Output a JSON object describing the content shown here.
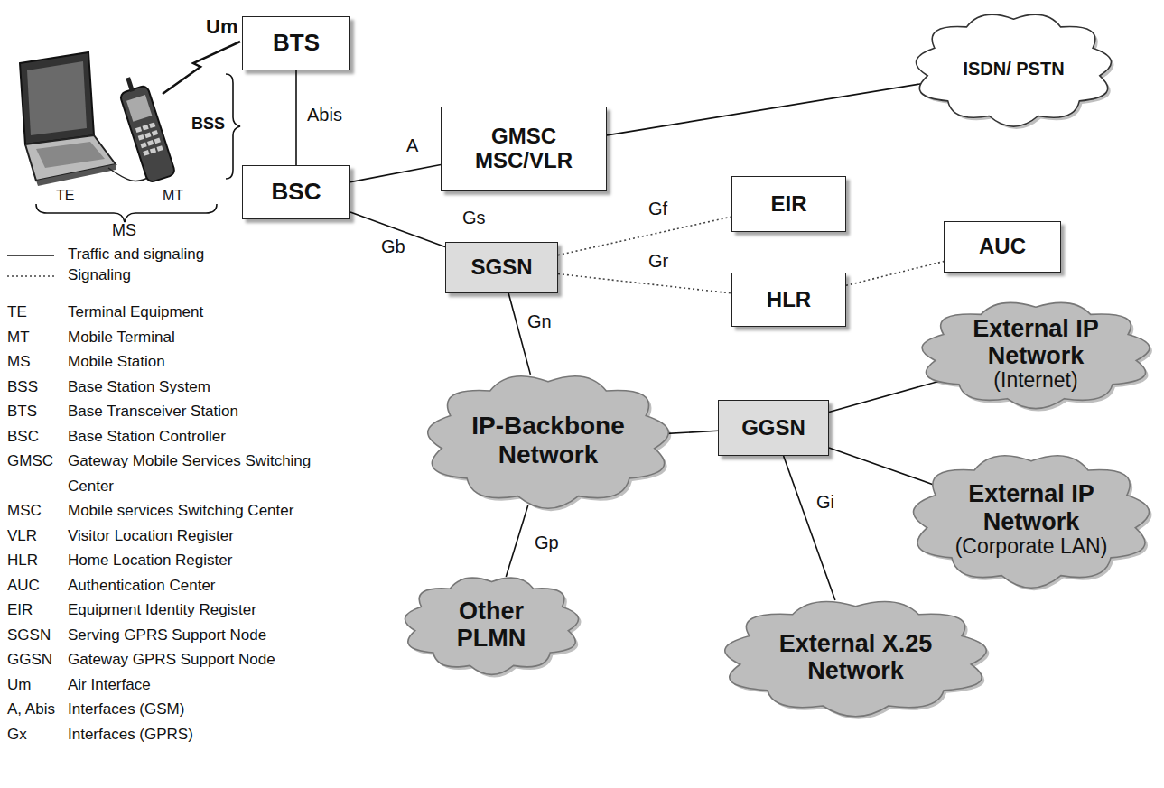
{
  "diagram": {
    "nodes": [
      {
        "text": [
          "BTS"
        ]
      },
      {
        "text": [
          "BSC"
        ]
      },
      {
        "text": [
          "GMSC MSC/VLR"
        ]
      },
      {
        "text": [
          "ISDN/ PSTN"
        ]
      },
      {
        "text": [
          "EIR"
        ]
      },
      {
        "text": [
          "SGSN"
        ]
      },
      {
        "text": [
          "HLR"
        ]
      },
      {
        "text": [
          "AUC"
        ]
      },
      {
        "text": [
          "IP-Backbone Network"
        ]
      },
      {
        "text": [
          "GGSN"
        ]
      },
      {
        "text": [
          "External IP Network",
          "(Internet)"
        ]
      },
      {
        "text": [
          "External IP Network",
          "(Corporate LAN)"
        ]
      },
      {
        "text": [
          "External X.25 Network"
        ]
      },
      {
        "text": [
          "Other PLMN"
        ]
      }
    ],
    "edges": [
      {
        "from": 0,
        "to": 1,
        "arrow": "none",
        "label": "Abis"
      },
      {
        "from": 1,
        "to": 2,
        "arrow": "none",
        "label": "A"
      },
      {
        "from": 1,
        "to": 5,
        "arrow": "none",
        "label": "Gb"
      },
      {
        "from": 2,
        "to": 3,
        "arrow": "none"
      },
      {
        "from": 5,
        "to": 4,
        "arrow": "none",
        "label": "Gf"
      },
      {
        "from": 5,
        "to": 6,
        "arrow": "none",
        "label": "Gr"
      },
      {
        "from": 6,
        "to": 7,
        "arrow": "none"
      },
      {
        "from": 5,
        "to": 8,
        "arrow": "none",
        "label": "Gn"
      },
      {
        "from": 8,
        "to": 9,
        "arrow": "none"
      },
      {
        "from": 8,
        "to": 13,
        "arrow": "none",
        "label": "Gp"
      },
      {
        "from": 9,
        "to": 10,
        "arrow": "none"
      },
      {
        "from": 9,
        "to": 11,
        "arrow": "none"
      },
      {
        "from": 9,
        "to": 12,
        "arrow": "none",
        "label": "Gi"
      }
    ],
    "labels": [
      "Um",
      "BSS",
      "TE",
      "MT",
      "MS",
      "Gs",
      "TE",
      "Terminal Equipment",
      "MT",
      "Mobile Terminal",
      "MS",
      "Mobile Station",
      "BSS",
      "Base Station System",
      "BTS",
      "Base Transceiver Station",
      "BSC",
      "Base Station Controller",
      "GMSC",
      "Gateway Mobile Services Switching Center",
      "MSC",
      "Mobile services Switching Center",
      "VLR",
      "Visitor Location Register",
      "HLR",
      "Home Location Register",
      "AUC",
      "Authentication Center",
      "EIR",
      "Equipment Identity Register",
      "SGSN",
      "Serving GPRS Support Node",
      "GGSN",
      "Gateway GPRS Support Node",
      "Um",
      "Air Interface",
      "A, Abis",
      "Interfaces (GSM)",
      "Gx",
      "Interfaces (GPRS)"
    ],
    "legend": [
      {
        "text": "Traffic and signaling"
      },
      {
        "text": "Signaling"
      }
    ]
  }
}
